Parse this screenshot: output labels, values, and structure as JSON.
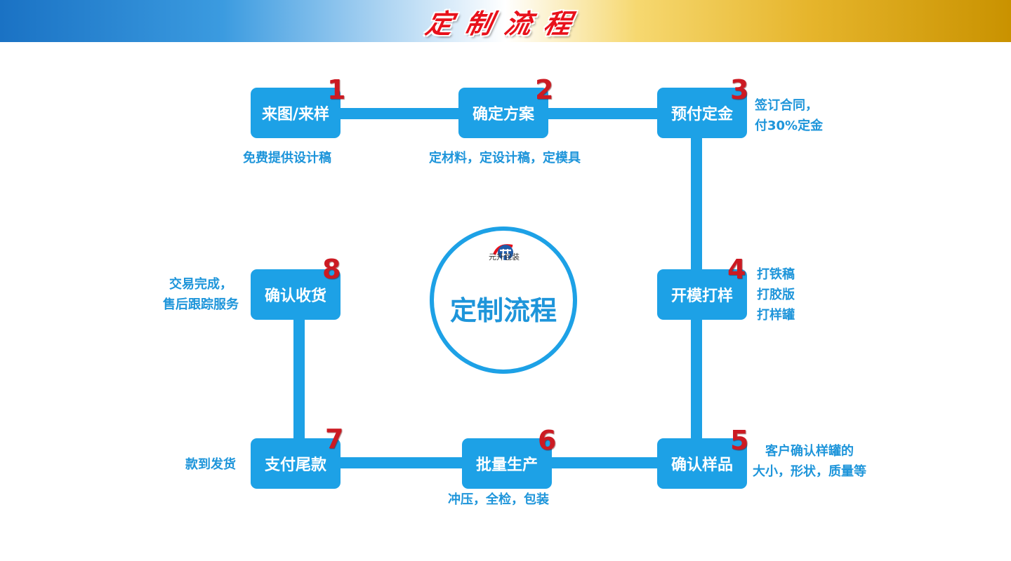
{
  "header": {
    "title": "定制流程"
  },
  "center": {
    "logo_text": "元升包装",
    "title": "定制流程"
  },
  "steps": [
    {
      "num": "1",
      "label": "来图/来样",
      "note": [
        "免费提供设计稿"
      ]
    },
    {
      "num": "2",
      "label": "确定方案",
      "note": [
        "定材料，定设计稿，定模具"
      ]
    },
    {
      "num": "3",
      "label": "预付定金",
      "note": [
        "签订合同，",
        "付30%定金"
      ]
    },
    {
      "num": "4",
      "label": "开模打样",
      "note": [
        "打铁稿",
        "打胶版",
        "打样罐"
      ]
    },
    {
      "num": "5",
      "label": "确认样品",
      "note": [
        "客户确认样罐的",
        "大小，形状，质量等"
      ]
    },
    {
      "num": "6",
      "label": "批量生产",
      "note": [
        "冲压，全检，包装"
      ]
    },
    {
      "num": "7",
      "label": "支付尾款",
      "note": [
        "款到发货"
      ]
    },
    {
      "num": "8",
      "label": "确认收货",
      "note": [
        "交易完成，",
        "售后跟踪服务"
      ]
    }
  ],
  "colors": {
    "accent": "#1da1e6",
    "text_blue": "#1e95da",
    "number_red": "#cc1a22",
    "title_red": "#e8111b"
  },
  "icons": {
    "logo": "yuansheng-logo-icon"
  }
}
